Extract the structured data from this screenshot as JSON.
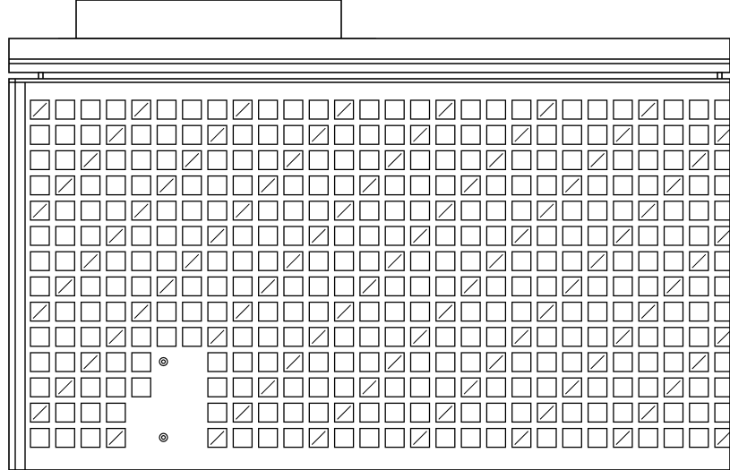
{
  "drawing": {
    "subject": "perforated-grille-panel",
    "line_color": "#000000",
    "background_color": "#ffffff"
  },
  "grille": {
    "rows": 14,
    "cols": 28,
    "hole_shape": "square",
    "blank_cells": [
      [
        10,
        6
      ],
      [
        11,
        5
      ],
      [
        11,
        6
      ],
      [
        12,
        5
      ],
      [
        12,
        6
      ],
      [
        13,
        5
      ],
      [
        13,
        6
      ],
      [
        10,
        5
      ],
      [
        12,
        4
      ],
      [
        13,
        4
      ]
    ],
    "fasteners": [
      {
        "row": 10,
        "col": 5
      },
      {
        "row": 13,
        "col": 5
      }
    ]
  }
}
